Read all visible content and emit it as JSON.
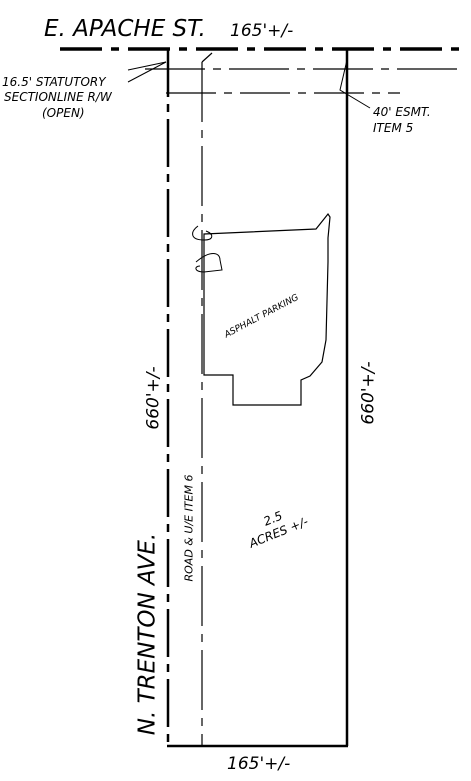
{
  "street_north": "E. APACHE ST.",
  "street_west": "N. TRENTON AVE.",
  "dim_top": "165'+/-",
  "dim_bottom": "165'+/-",
  "dim_left": "660'+/-",
  "dim_right": "660'+/-",
  "row_note": [
    "16.5' STATUTORY",
    "SECTIONLINE R/W",
    "(OPEN)"
  ],
  "easement_note": [
    "40' ESMT.",
    "ITEM 5"
  ],
  "road_easement": "ROAD & U/E ITEM 6",
  "parking_label": "ASPHALT PARKING",
  "area_label": [
    "2.5",
    "ACRES +/-"
  ]
}
